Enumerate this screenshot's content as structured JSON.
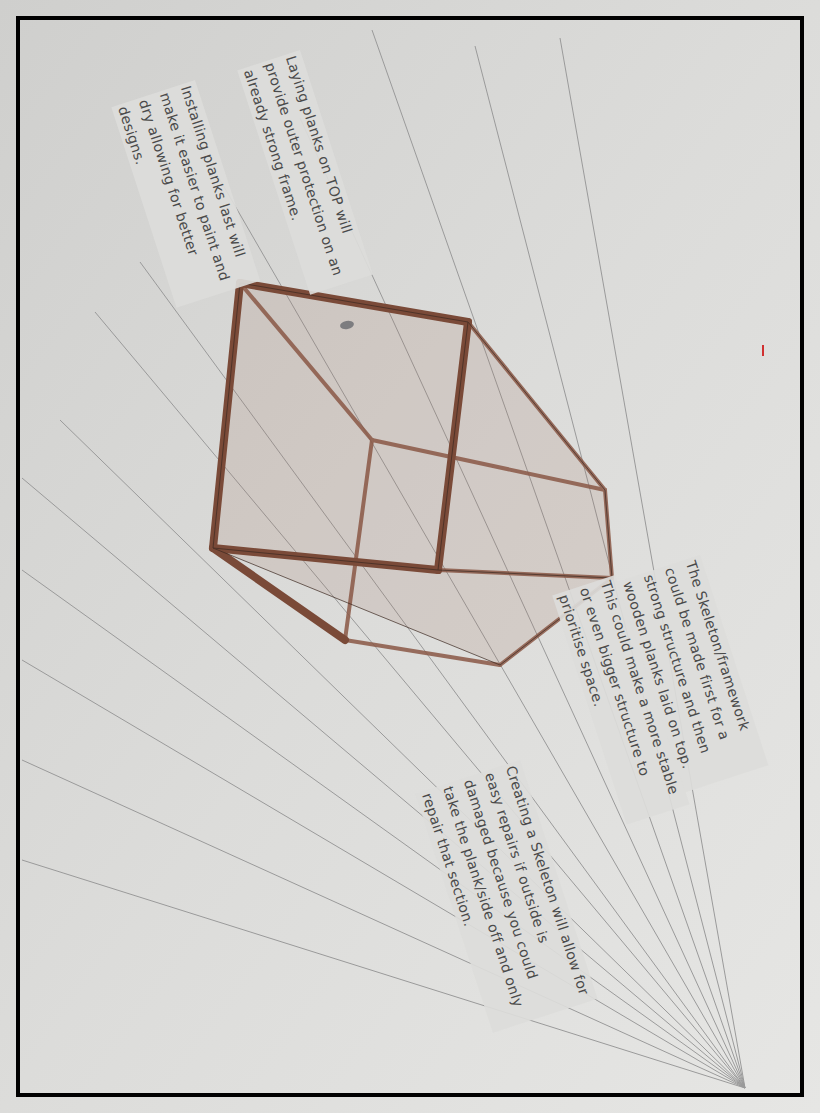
{
  "diagram": {
    "labels": [
      "Laying planks on TOP will provide outer protection on an already strong frame.",
      "Installing planks last will make it easier to paint and dry allowing for better designs.",
      "The Skeleton/framework could be made first for a strong structure and then wooden planks laid on top.",
      "This could make a more stable or even bigger structure to prioritise space.",
      "Creating a Skeleton will allow for easy repairs if outside is damaged because you could take the plank/side off and only repair that section."
    ]
  }
}
